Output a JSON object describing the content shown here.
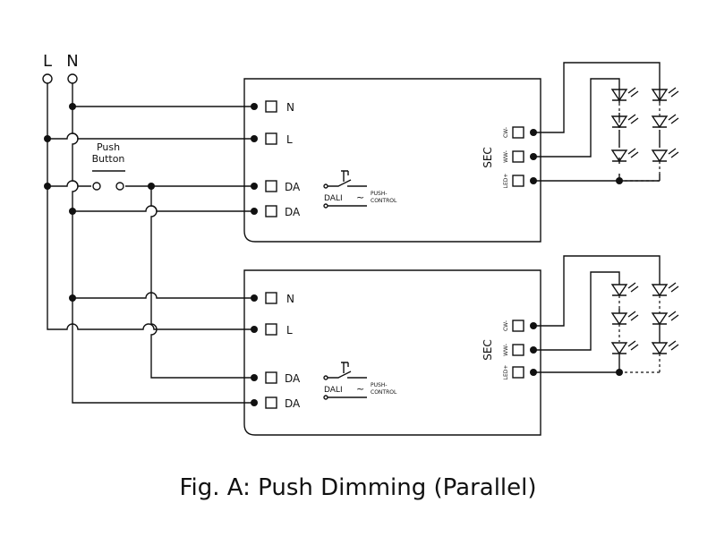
{
  "caption": "Fig. A: Push Dimming (Parallel)",
  "supply": {
    "live": "L",
    "neutral": "N"
  },
  "push_button": {
    "line1": "Push",
    "line2": "Button"
  },
  "drivers": [
    {
      "inputs": [
        "N",
        "L",
        "DA",
        "DA"
      ],
      "outputs": [
        "CW-",
        "WW-",
        "LED+"
      ],
      "sec_label": "SEC",
      "dali_label": "DALI",
      "push_label": {
        "line1": "PUSH-",
        "line2": "CONTROL"
      }
    },
    {
      "inputs": [
        "N",
        "L",
        "DA",
        "DA"
      ],
      "outputs": [
        "CW-",
        "WW-",
        "LED+"
      ],
      "sec_label": "SEC",
      "dali_label": "DALI",
      "push_label": {
        "line1": "PUSH-",
        "line2": "CONTROL"
      }
    }
  ]
}
